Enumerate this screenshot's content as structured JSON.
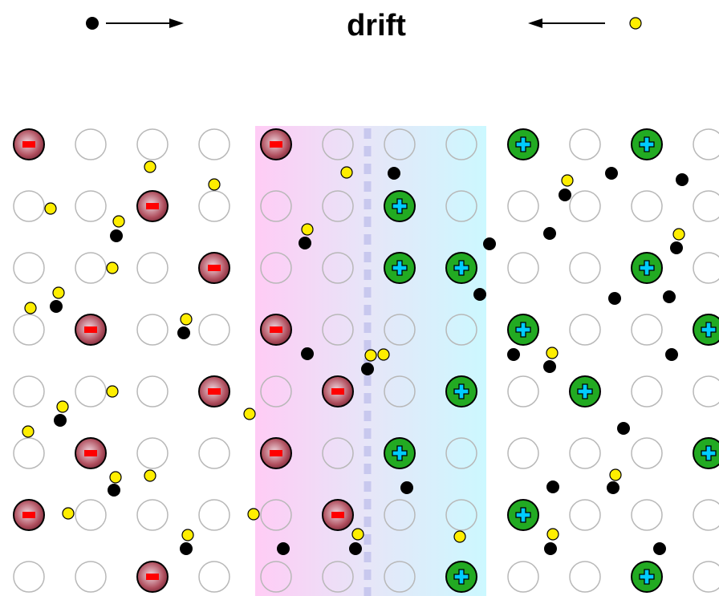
{
  "header": {
    "title": "drift",
    "left_legend": {
      "carrier": "black-dot",
      "direction": "right"
    },
    "right_legend": {
      "carrier": "yellow-dot",
      "direction": "left"
    }
  },
  "colors": {
    "electron": "#000000",
    "hole": "#ffee00",
    "acceptor_fill": "#b0505f",
    "acceptor_sign": "#ff0000",
    "donor_fill": "#22aa22",
    "donor_sign": "#00ccff",
    "lattice_site": "#b8b8b8",
    "p_region": "#ffccf5",
    "n_region": "#ccf8ff",
    "junction_line": "#c8c8ee"
  },
  "icons": {
    "acceptor": "minus-ion-icon",
    "donor": "plus-ion-icon",
    "electron": "electron-dot-icon",
    "hole": "hole-dot-icon"
  },
  "lattice": {
    "columns": 12,
    "rows": 8,
    "acceptor_sites": [
      [
        0,
        0
      ],
      [
        4,
        0
      ],
      [
        2,
        1
      ],
      [
        3,
        2
      ],
      [
        1,
        3
      ],
      [
        4,
        3
      ],
      [
        3,
        4
      ],
      [
        5,
        4
      ],
      [
        1,
        5
      ],
      [
        4,
        5
      ],
      [
        0,
        6
      ],
      [
        5,
        6
      ],
      [
        2,
        7
      ]
    ],
    "donor_sites": [
      [
        8,
        0
      ],
      [
        10,
        0
      ],
      [
        6,
        1
      ],
      [
        6,
        2
      ],
      [
        7,
        2
      ],
      [
        10,
        2
      ],
      [
        8,
        3
      ],
      [
        11,
        3
      ],
      [
        7,
        4
      ],
      [
        9,
        4
      ],
      [
        6,
        5
      ],
      [
        11,
        5
      ],
      [
        8,
        6
      ],
      [
        7,
        7
      ],
      [
        10,
        7
      ]
    ]
  }
}
